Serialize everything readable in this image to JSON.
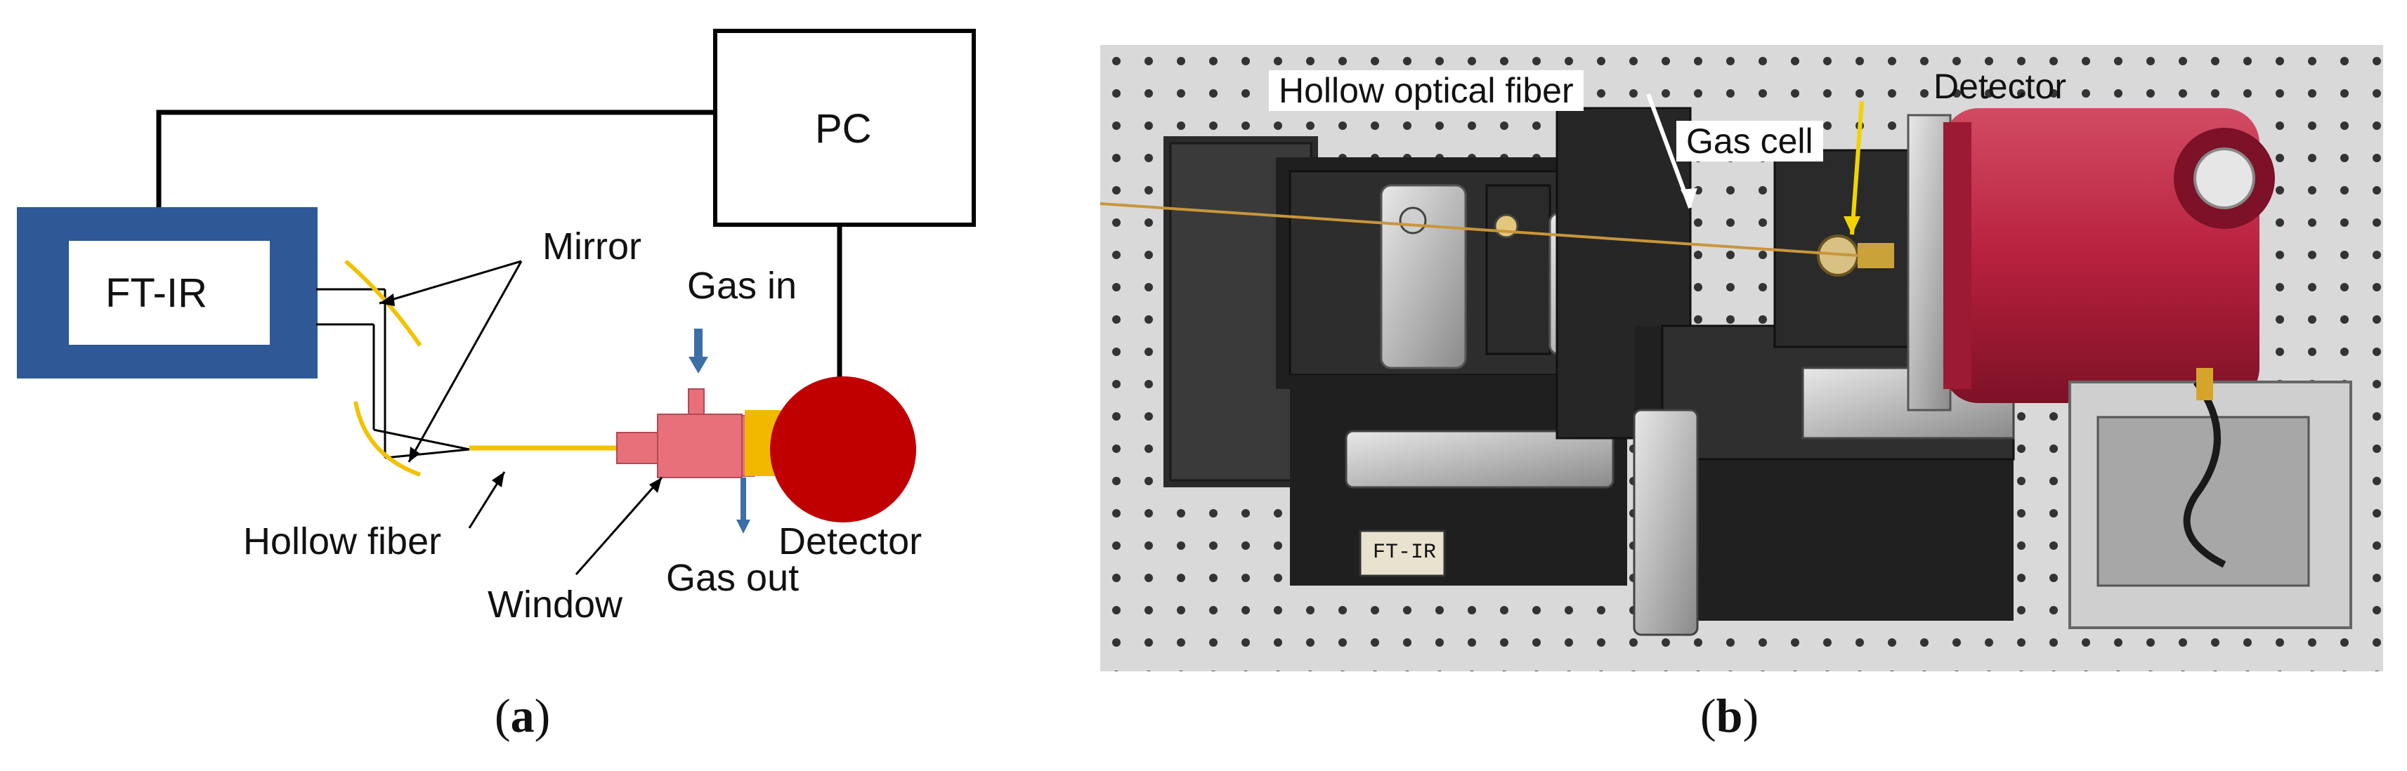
{
  "panel_a": {
    "ftir_label": "FT-IR",
    "pc_label": "PC",
    "mirror_label": "Mirror",
    "gas_in_label": "Gas in",
    "gas_out_label": "Gas out",
    "hollow_fiber_label": "Hollow fiber",
    "window_label": "Window",
    "detector_label": "Detector",
    "caption": "a",
    "colors": {
      "ftir_box": "#2e5896",
      "fiber": "#f2c200",
      "gas_cell": "#e8707a",
      "detector": "#c00000",
      "arrow": "#3d6fa7"
    }
  },
  "panel_b": {
    "hollow_optical_fiber_label": "Hollow optical fiber",
    "gas_cell_label": "Gas cell",
    "detector_label": "Detector",
    "bench_label": "FT-IR",
    "caption": "b"
  }
}
